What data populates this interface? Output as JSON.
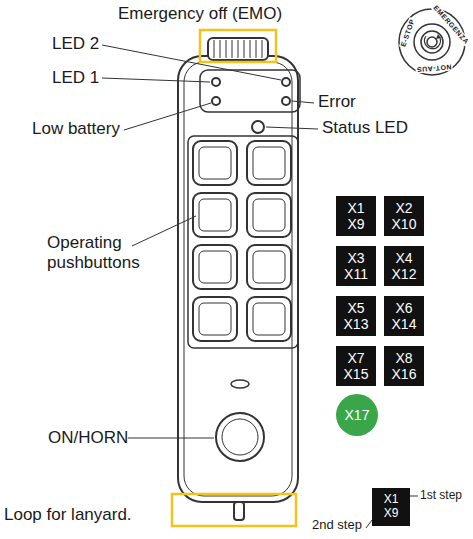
{
  "diagram": {
    "nodes": [
      {
        "text": [
          "X1",
          "X9"
        ]
      },
      {
        "text": [
          "X2",
          "X10"
        ]
      },
      {
        "text": [
          "X3",
          "X11"
        ]
      },
      {
        "text": [
          "X4",
          "X12"
        ]
      },
      {
        "text": [
          "X5",
          "X13"
        ]
      },
      {
        "text": [
          "X6",
          "X14"
        ]
      },
      {
        "text": [
          "X7",
          "X15"
        ]
      },
      {
        "text": [
          "X8",
          "X16"
        ]
      },
      {
        "text": [
          "X17"
        ]
      },
      {
        "text": [
          "X1",
          "X9"
        ]
      }
    ],
    "labels": [
      "Emergency off (EMO)",
      "LED 2",
      "LED 1",
      "Error",
      "Low battery",
      "Status LED",
      "Operating pushbuttons",
      "ON/HORN",
      "Loop for lanyard.",
      "1st step",
      "2nd step",
      "E-STOP",
      "EMERGENZA",
      "NOT-AUS"
    ]
  }
}
